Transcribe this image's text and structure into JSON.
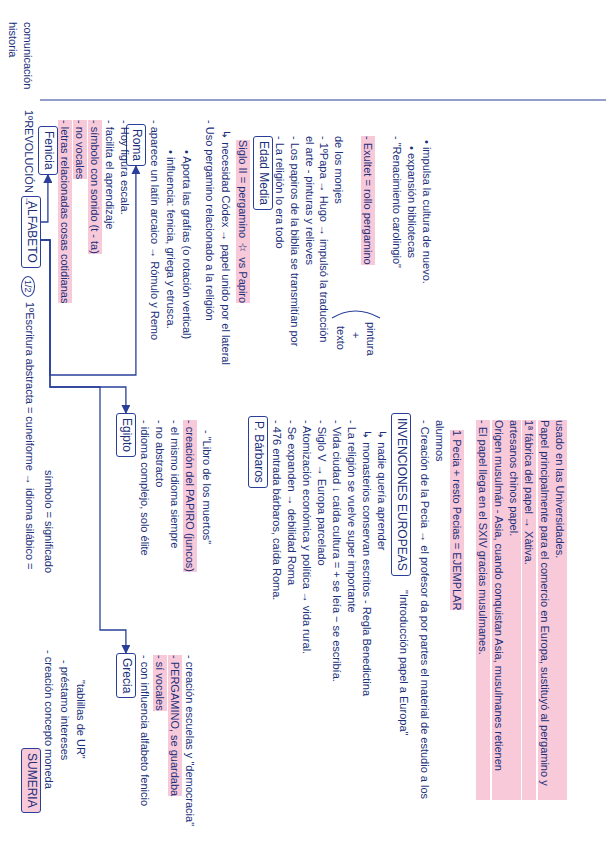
{
  "diagram": {
    "nodes": [
      {
        "text": [
          "ALFABETO"
        ]
      },
      {
        "text": [
          "1/2"
        ]
      },
      {
        "text": [
          "SUMERIA"
        ]
      },
      {
        "text": [
          "Fenicia"
        ]
      },
      {
        "text": [
          "Roma"
        ]
      },
      {
        "text": [
          "Egipto"
        ]
      },
      {
        "text": [
          "Grecia"
        ]
      },
      {
        "text": [
          "Edad Media"
        ]
      },
      {
        "text": [
          "P. Bárbaros"
        ]
      },
      {
        "text": [
          "INVENCIONES EUROPEAS"
        ]
      }
    ],
    "edges": [
      {
        "from": 0,
        "to": 3,
        "arrow": "to"
      },
      {
        "from": 0,
        "to": 4,
        "arrow": "to"
      },
      {
        "from": 0,
        "to": 5,
        "arrow": "to"
      },
      {
        "from": 0,
        "to": 6,
        "arrow": "to"
      }
    ],
    "labels": [
      "historia comunicación",
      "1ºREVOLUCIÓN →",
      "1ºEscritura abstracta = cuneiforme → idioma silábico =",
      "símbolo = significado",
      "- creación concepto moneda",
      "- préstamo intereses",
      "\"tablillas de UR\"",
      "- letras relacionadas cosas cotidianas",
      "- no vocales",
      "- símbolo con sonido (t - ta)",
      "- facilita el aprendizaje",
      "- Hoy figura escala.",
      "- aparece un latín arcaico → Rómulo y Remo",
      "• influencia: fenicia, griega y etrusca.",
      "• Aporta las grafías (o rotación vertical)",
      "- Uso pergamino relacionado a la religión",
      "↳ necesidad Códex → papel unido por el lateral",
      "Siglo II = pergamino ☆ vs Papiro",
      "- La religión lo era todo",
      "- Los papiros de la biblia se transmitían por el arte - pinturas y relieves",
      "- 1ºPapa → Hugo → impulsó la traducción de los monjes",
      "- Exultet = rollo pergamino",
      "texto",
      "+",
      "pintura",
      "- \"Renacimiento carolingio\"",
      "• expansión bibliotecas",
      "• impulsa la cultura de nuevo.",
      "- 476 entrada bárbaros, caída Roma.",
      "- Se expanden → debilidad Roma",
      "- Atomización económica y política → vida rural.",
      "- Siglo V → Europa parcelado",
      "- Vida ciudad ↓ caída cultura = + se leía − se escribía.",
      "- La religión se vuelve super importante",
      "↳ monasterios conservan escritos - Regla Benedictina",
      "↳ nadie quería aprender",
      "\"Introducción papel a Europa\"",
      "- Creación de la Pecia → el profesor da por partes el material de estudio a los alumnos",
      "1 Pecia + resto Pecias = EJEMPLAR",
      "- El papel llega en el SXIV gracias musulmanes.",
      "Origen musulmán - Asia, cuando conquistan Asia, musulmanes retienen artesanos chinos papel.",
      "1ª fábrica del papel → Xàtiva.",
      "Papel principalmente para el comercio en Europa, sustituyó al pergamino y usado en las Universidades.",
      "- idioma complejo, solo élite",
      "- no abstracto",
      "- el mismo idioma siempre",
      "- creación del PAPIRO (juncos)",
      "- \"Libro de los muertos\"",
      "- con influencia alfabeto fenicio",
      "- sí vocales",
      "- PERGAMINO, se guardaba",
      "- creación escuelas y \"democracia\""
    ]
  }
}
